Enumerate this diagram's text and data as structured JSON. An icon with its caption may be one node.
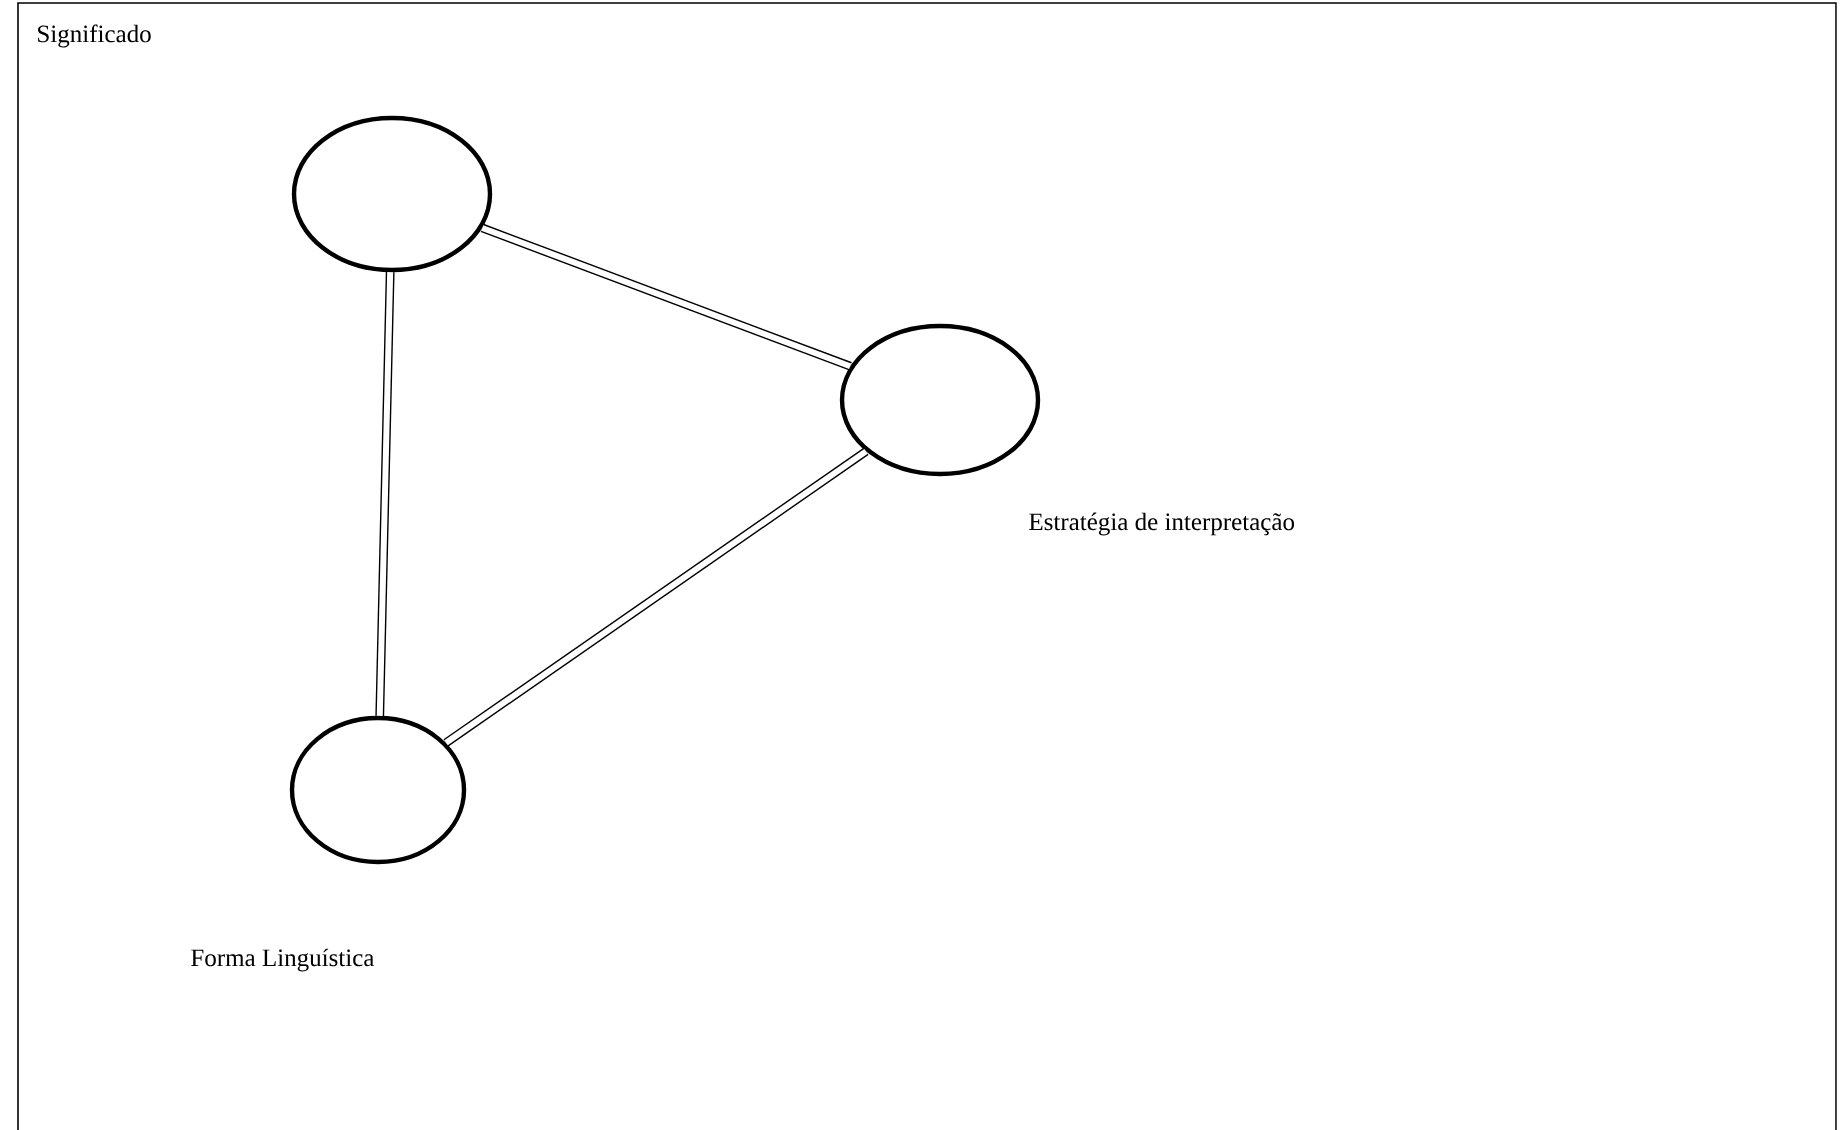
{
  "diagram": {
    "nodes": [
      {
        "text": [],
        "shape": "circle"
      },
      {
        "text": [],
        "shape": "circle",
        "beside": [
          "Estratégia de interpretação"
        ]
      },
      {
        "text": [],
        "shape": "circle",
        "beside": [
          "Forma Linguística"
        ]
      }
    ],
    "edges": [
      {
        "from": 0,
        "to": 1,
        "arrow": "none"
      },
      {
        "from": 1,
        "to": 2,
        "arrow": "none"
      },
      {
        "from": 0,
        "to": 2,
        "arrow": "none"
      }
    ],
    "labels": [
      "Significado"
    ]
  }
}
